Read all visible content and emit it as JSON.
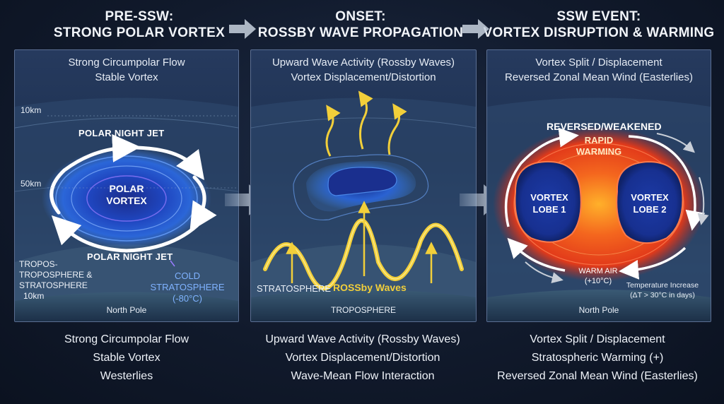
{
  "stages": [
    {
      "title_line1": "PRE-SSW:",
      "title_line2": "STRONG POLAR VORTEX"
    },
    {
      "title_line1": "ONSET:",
      "title_line2": "ROSSBY WAVE PROPAGATION"
    },
    {
      "title_line1": "SSW EVENT:",
      "title_line2": "VORTEX DISRUPTION & WARMING"
    }
  ],
  "panel1": {
    "top_line1": "Strong Circumpolar Flow",
    "top_line2": "Stable Vortex",
    "alt_10km": "10km",
    "alt_50km": "50km",
    "jet_top": "POLAR NIGHT JET",
    "jet_bottom": "POLAR NIGHT JET",
    "vortex_line1": "POLAR",
    "vortex_line2": "VORTEX",
    "tropo_line1": "TROPOS-",
    "tropo_line2": "TROPOSPHERE &",
    "tropo_line3": "STRATOSPHERE",
    "tropo_line4": "10km",
    "cold_line1": "COLD STRATOSPHERE",
    "cold_line2": "(-80°C)",
    "pole": "North Pole"
  },
  "panel2": {
    "top_line1": "Upward Wave Activity (Rossby Waves)",
    "top_line2": "Vortex Displacement/Distortion",
    "stratosphere": "STRATOSPHERE",
    "waves": "ROSSby Waves",
    "troposphere": "TROPOSPHERE"
  },
  "panel3": {
    "top_line1": "Vortex Split / Displacement",
    "top_line2": "Reversed Zonal Mean Wind (Easterlies)",
    "reversed": "REVERSED/WEAKENED",
    "rapid_line1": "RAPID",
    "rapid_line2": "WARMING",
    "lobe1_line1": "VORTEX",
    "lobe1_line2": "LOBE 1",
    "lobe2_line1": "VORTEX",
    "lobe2_line2": "LOBE 2",
    "warm_line1": "WARM AIR",
    "warm_line2": "(+10°C)",
    "temp_line1": "Temperature Increase",
    "temp_line2": "(ΔT > 30°C in days)",
    "pole": "North Pole"
  },
  "bottom": [
    [
      "Strong Circumpolar Flow",
      "Stable Vortex",
      "Westerlies"
    ],
    [
      "Upward Wave Activity (Rossby Waves)",
      "Vortex Displacement/Distortion",
      "Wave-Mean Flow Interaction"
    ],
    [
      "Vortex Split / Displacement",
      "Stratospheric Warming (+)",
      "Reversed Zonal Mean Wind (Easterlies)"
    ]
  ],
  "colors": {
    "jet": "#ffffff",
    "vortex": "#1a3fb0",
    "wave": "#f2cf3a",
    "warm": "#e8401c",
    "cold_label": "#7fb2ff"
  },
  "icons": [
    "arrow-right-icon",
    "curved-arrow-icon",
    "wavy-arrow-icon"
  ]
}
